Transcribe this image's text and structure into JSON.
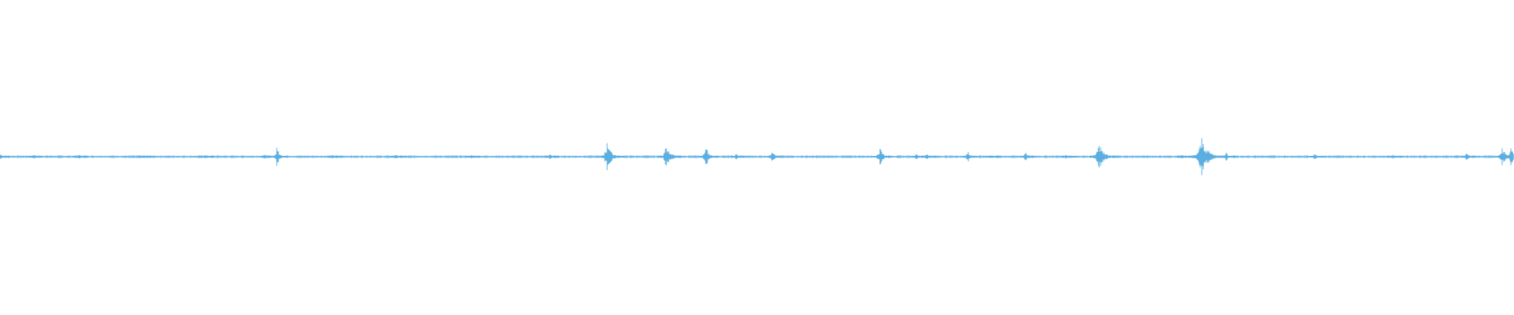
{
  "waveform": {
    "color": "#5aaee0",
    "background": "#ffffff",
    "peaks": [
      {
        "t": 0.0,
        "amp": 0.06
      },
      {
        "t": 0.022,
        "amp": 0.05
      },
      {
        "t": 0.052,
        "amp": 0.05
      },
      {
        "t": 0.095,
        "amp": 0.03
      },
      {
        "t": 0.135,
        "amp": 0.05
      },
      {
        "t": 0.175,
        "amp": 0.05
      },
      {
        "t": 0.183,
        "amp": 0.2
      },
      {
        "t": 0.22,
        "amp": 0.05
      },
      {
        "t": 0.261,
        "amp": 0.05
      },
      {
        "t": 0.311,
        "amp": 0.05
      },
      {
        "t": 0.363,
        "amp": 0.06
      },
      {
        "t": 0.401,
        "amp": 0.3
      },
      {
        "t": 0.44,
        "amp": 0.28
      },
      {
        "t": 0.466,
        "amp": 0.22
      },
      {
        "t": 0.486,
        "amp": 0.08
      },
      {
        "t": 0.51,
        "amp": 0.14
      },
      {
        "t": 0.581,
        "amp": 0.22
      },
      {
        "t": 0.605,
        "amp": 0.08
      },
      {
        "t": 0.612,
        "amp": 0.08
      },
      {
        "t": 0.639,
        "amp": 0.14
      },
      {
        "t": 0.654,
        "amp": 0.05
      },
      {
        "t": 0.677,
        "amp": 0.12
      },
      {
        "t": 0.704,
        "amp": 0.06
      },
      {
        "t": 0.726,
        "amp": 0.32
      },
      {
        "t": 0.78,
        "amp": 0.07
      },
      {
        "t": 0.794,
        "amp": 0.42
      },
      {
        "t": 0.81,
        "amp": 0.1
      },
      {
        "t": 0.868,
        "amp": 0.08
      },
      {
        "t": 0.92,
        "amp": 0.05
      },
      {
        "t": 0.969,
        "amp": 0.1
      },
      {
        "t": 0.992,
        "amp": 0.22
      },
      {
        "t": 0.998,
        "amp": 0.22
      }
    ]
  }
}
